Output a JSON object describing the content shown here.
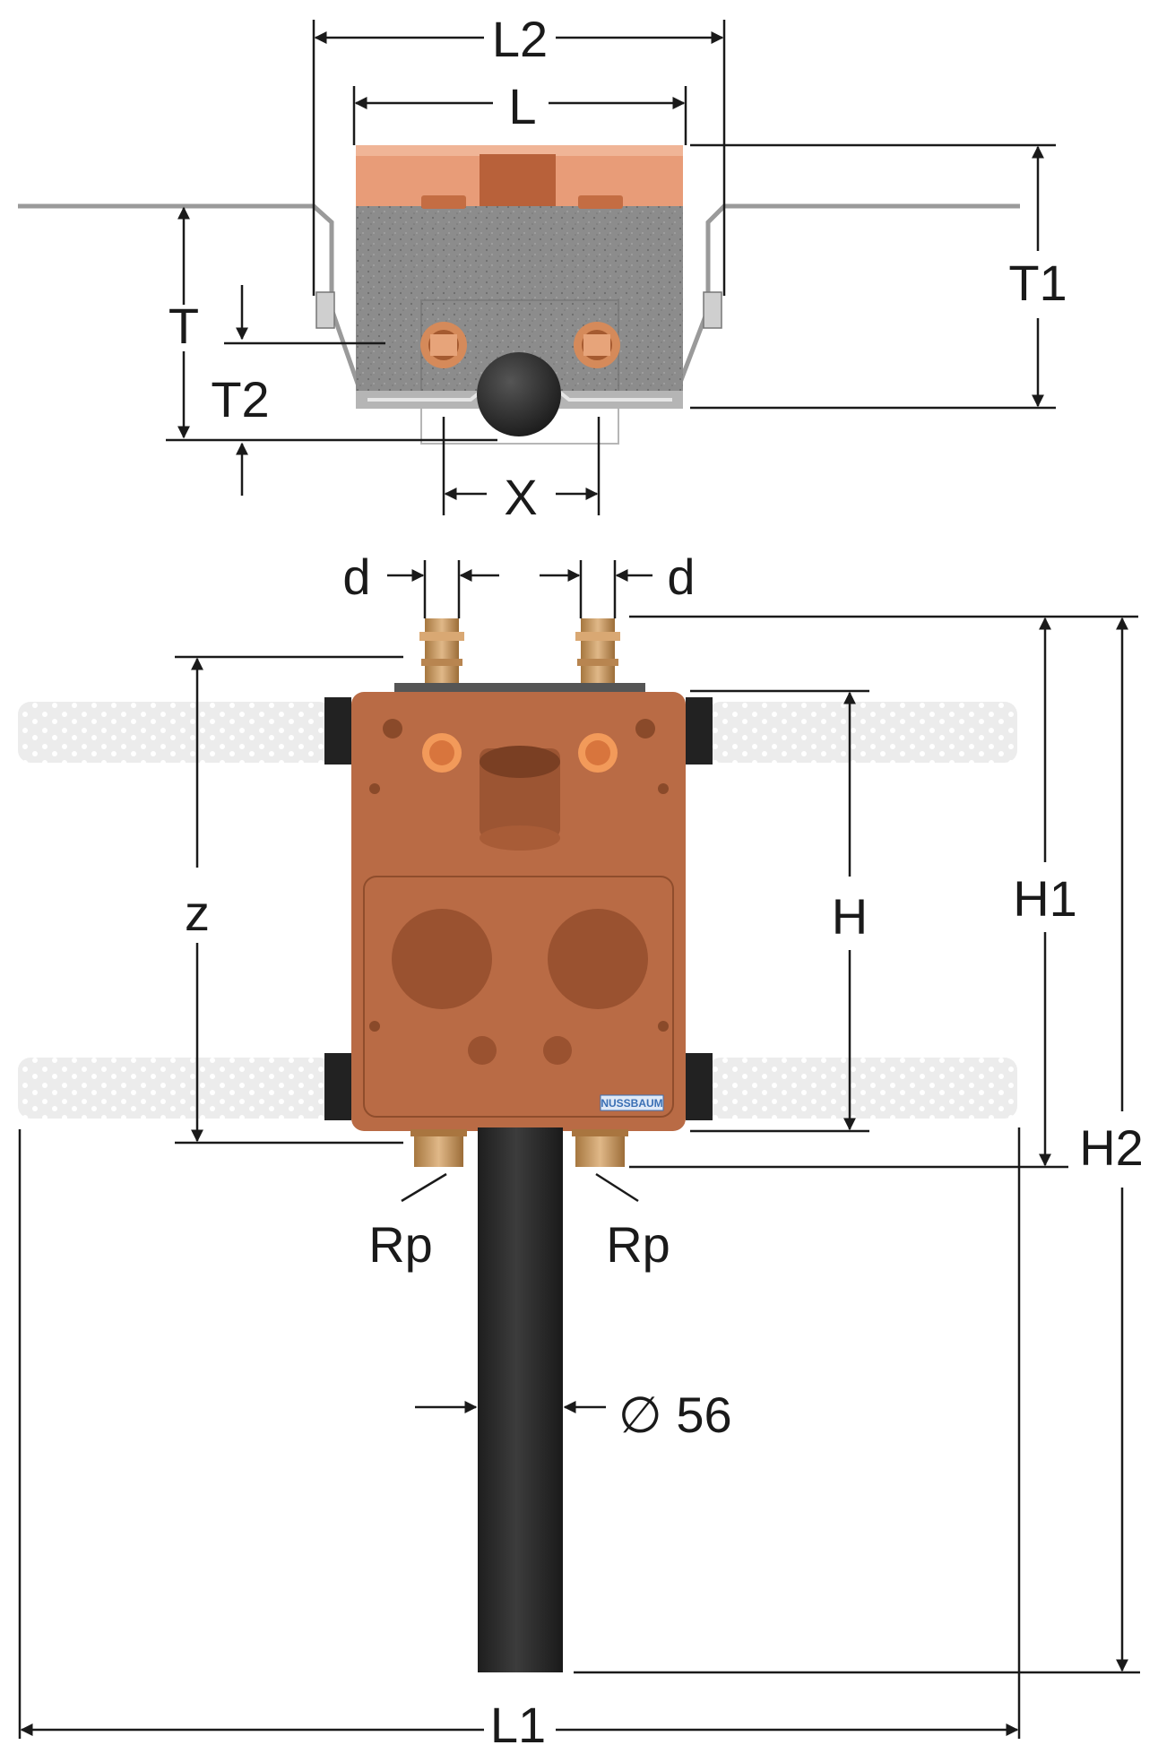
{
  "labels": {
    "L2": "L2",
    "L": "L",
    "T1": "T1",
    "T": "T",
    "T2": "T2",
    "X": "X",
    "d_left": "d",
    "d_right": "d",
    "z": "z",
    "H": "H",
    "H1": "H1",
    "H2": "H2",
    "Rp_left": "Rp",
    "Rp_right": "Rp",
    "pipe_diameter": "∅ 56",
    "L1": "L1",
    "brand": "NUSSBAUM"
  },
  "colors": {
    "insulation_orange": "#b96b45",
    "cover_orange": "#e89c78",
    "foam_grey": "#8a8a8a",
    "brass": "#c89a60",
    "pipe_black": "#2b2b2b",
    "mounting_strip": "#ececec",
    "dimension_line": "#1a1a1a",
    "brand_blue": "#3a6fb4"
  },
  "icons": {
    "diameter": "diameter-symbol",
    "arrow": "arrow-head"
  }
}
